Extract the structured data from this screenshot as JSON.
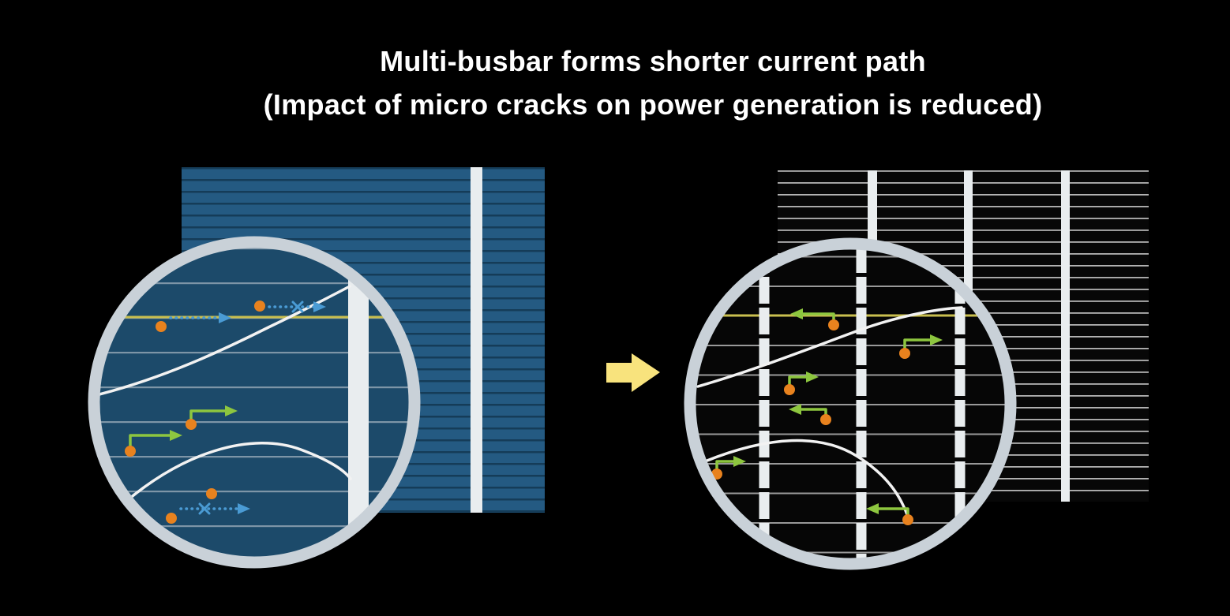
{
  "title": {
    "line1": "Multi-busbar forms shorter current path",
    "line2": "(Impact of micro cracks on power generation is reduced)"
  },
  "icons": {
    "transition_arrow": "block-arrow-right",
    "blocked_path_mark": "x-cross",
    "short_path_arrow": "green-elbow-arrow",
    "long_path_arrow": "blue-dotted-arrow"
  },
  "colors": {
    "bg": "#000000",
    "title-text": "#ffffff",
    "cell-blue": "#245a82",
    "cell-blue-line": "#153c58",
    "zoom-blue": "#1c4a6a",
    "zoom-blue-line": "#7d95a7",
    "cell-black": "#070707",
    "cell-black-line": "#b5b5b5",
    "zoom-black": "#060606",
    "zoom-black-line": "#999999",
    "busbar-white": "#e9edef",
    "ring-gray": "#c9d1d8",
    "arrow-yellow": "#f8e37d",
    "finger-yellow": "#c9bf4f",
    "path-green": "#8dc63f",
    "dot-orange": "#e8821e",
    "blocked-blue": "#4a9bd4",
    "crack-white": "#f2f2f2"
  }
}
